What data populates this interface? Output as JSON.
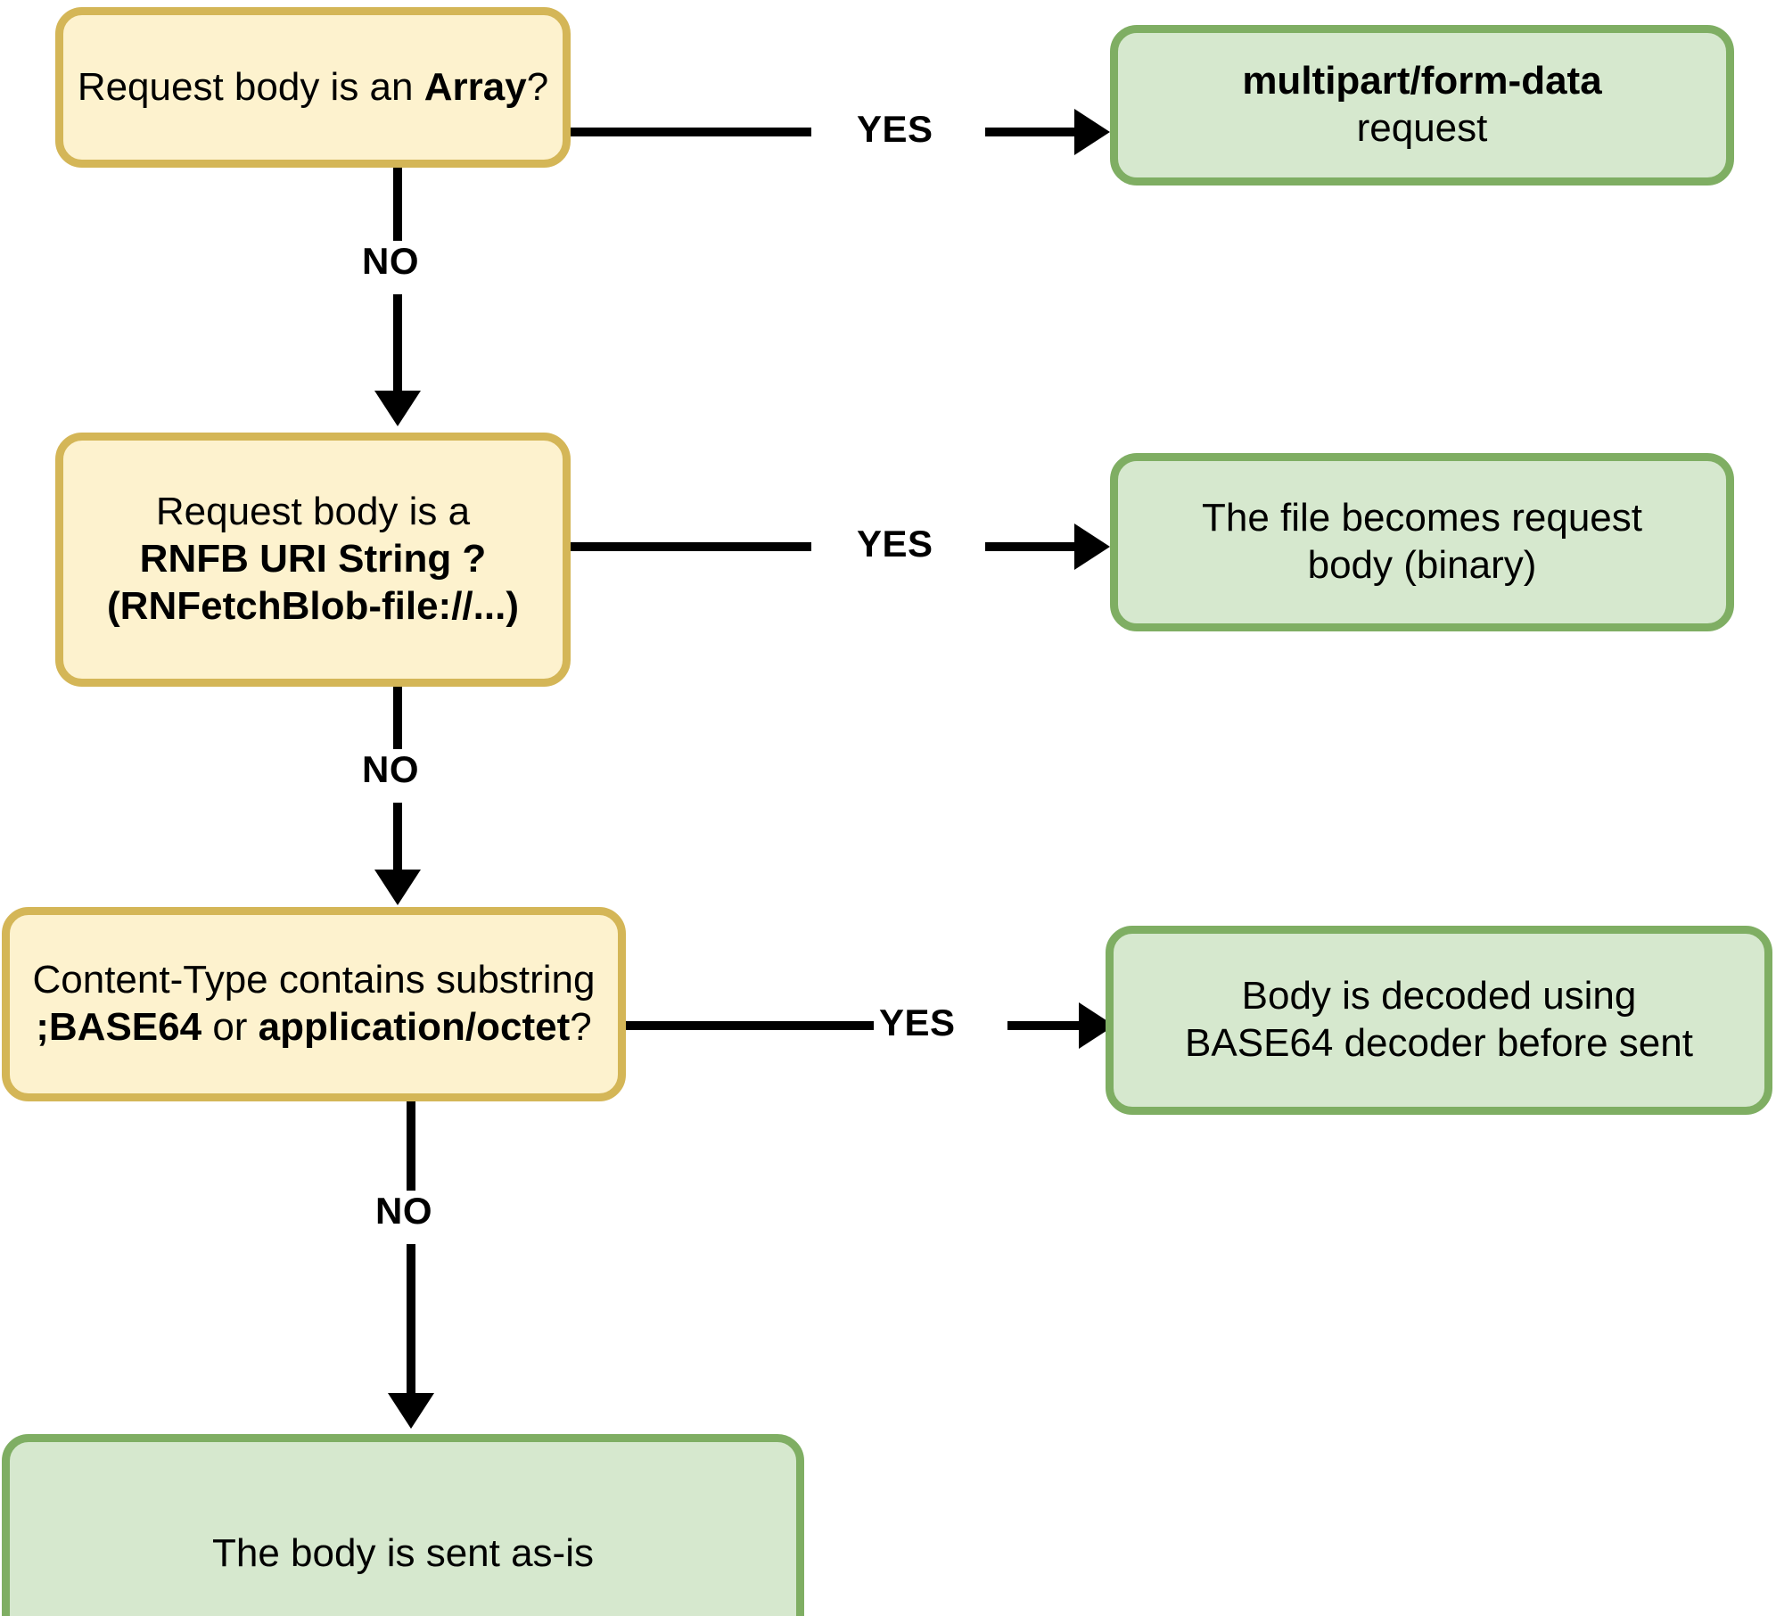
{
  "diagram": {
    "title": "Request body handling decision flow",
    "colors": {
      "decision_fill": "#FDF2CE",
      "decision_border": "#D4B657",
      "result_fill": "#D6E8CE",
      "result_border": "#7FAE63",
      "edge": "#000000",
      "background": "#FFFFFF"
    }
  },
  "nodes": {
    "decision_array": {
      "type": "decision",
      "line1_a": "Request body is an ",
      "line1_b": "Array",
      "line1_c": "?"
    },
    "result_multipart": {
      "type": "result",
      "line1": "multipart/form-data",
      "line2": "request"
    },
    "decision_rnfb": {
      "type": "decision",
      "line1": "Request body is a",
      "line2": "RNFB URI String ?",
      "line3": "(RNFetchBlob-file://...)"
    },
    "result_file_binary": {
      "type": "result",
      "line1": "The file becomes request",
      "line2": "body (binary)"
    },
    "decision_content_type": {
      "type": "decision",
      "line1": "Content-Type contains substring",
      "line2_a": ";BASE64",
      "line2_b": " or ",
      "line2_c": "application/octet",
      "line2_d": "?"
    },
    "result_base64": {
      "type": "result",
      "line1": "Body is decoded using",
      "line2": "BASE64 decoder before sent"
    },
    "result_as_is": {
      "type": "result",
      "line1": "The body is sent as-is"
    }
  },
  "edges": {
    "yes1": "YES",
    "no1": "NO",
    "yes2": "YES",
    "no2": "NO",
    "yes3": "YES",
    "no3": "NO"
  }
}
